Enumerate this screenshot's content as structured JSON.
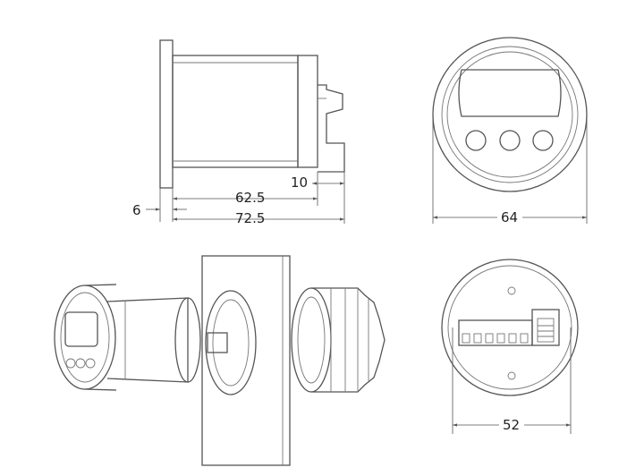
{
  "dimensions": {
    "flange_thickness": "6",
    "body_length": "62.5",
    "rear_depth": "10",
    "overall_length": "72.5",
    "front_diameter": "64",
    "rear_diameter": "52"
  },
  "views": {
    "side": "side-view",
    "front": "front-view",
    "isometric": "isometric-assembly-view",
    "rear": "rear-view"
  }
}
